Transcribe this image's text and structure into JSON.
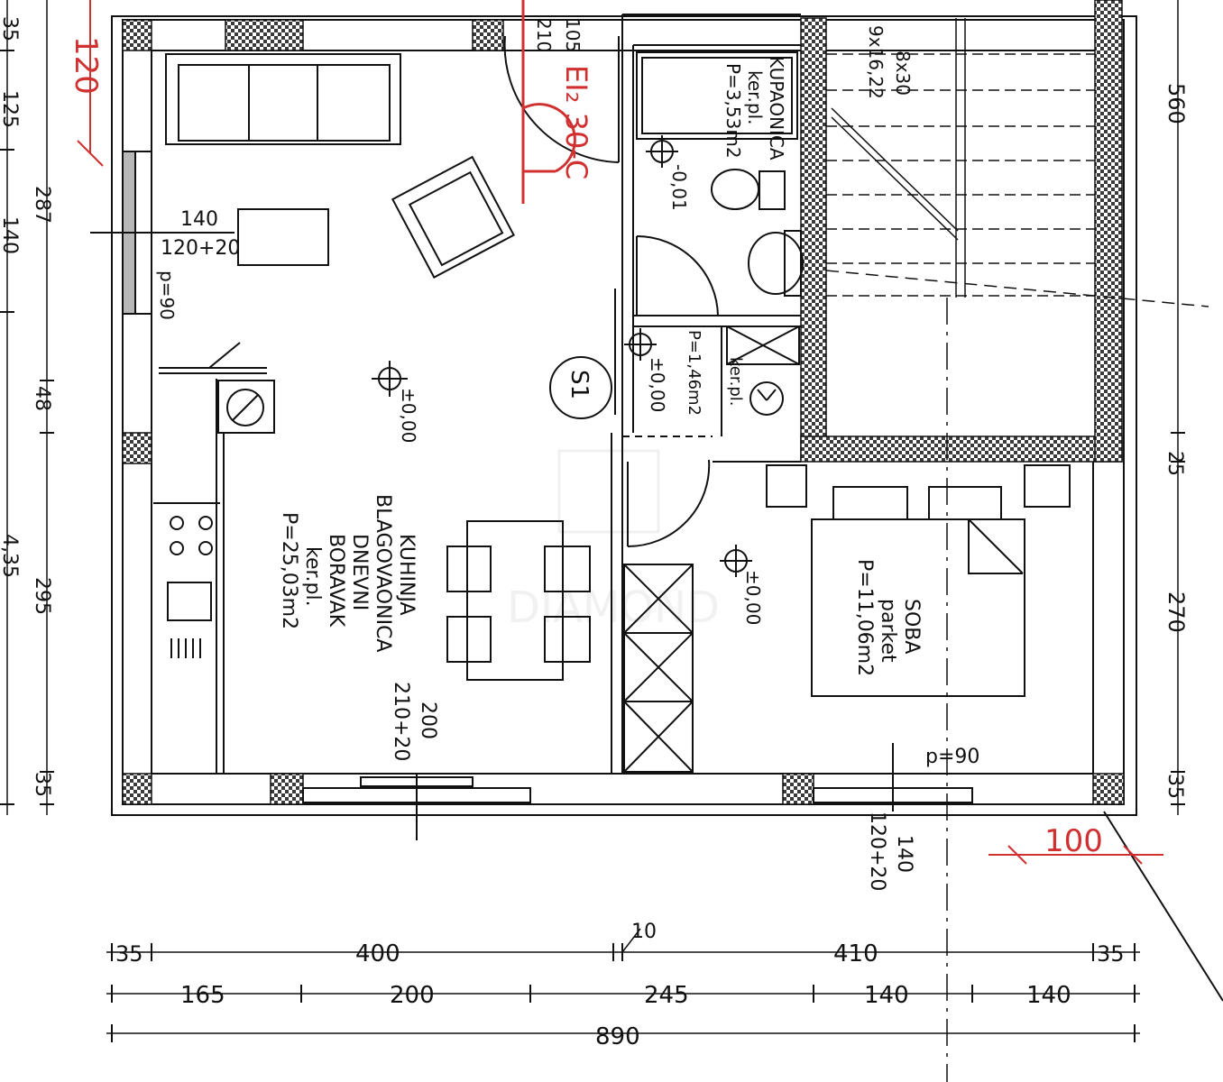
{
  "colors": {
    "line": "#111111",
    "red": "#d03030",
    "wall_fill": "#b8b8b8",
    "hatch": "#3a3a3a",
    "watermark": "#e6e6e6"
  },
  "rooms": {
    "living": {
      "lines": [
        "KUHINJA",
        "BLAGOVAONICA",
        "DNEVNI",
        "BORAVAK",
        "ker.pl.",
        "P=25,03m2"
      ]
    },
    "bathroom": {
      "lines": [
        "KUPAONICA",
        "ker.pl.",
        "P=3,53m2"
      ]
    },
    "utility": {
      "lines": [
        "ker.pl.",
        "P=1,46m2"
      ]
    },
    "bedroom": {
      "lines": [
        "SOBA",
        "parket",
        "P=11,06m2"
      ]
    }
  },
  "levels": {
    "living": "±0,00",
    "bathroom": "-0,01",
    "hall": "±0,00",
    "bedroom": "±0,00"
  },
  "labels": {
    "door_fire": "EI₂ 30-C",
    "door_width_main": "105",
    "door_height_main": "210",
    "window_left_width": "140",
    "window_left_height": "120+20",
    "window_bottom_width": "200",
    "window_bottom_height": "210+20",
    "window_right_width": "140",
    "window_right_height": "120+20",
    "p_left": "p=90",
    "p_right": "p=90",
    "stairs_count": "8x30",
    "stairs_rise": "9x16,22",
    "s1": "S1",
    "dim_red_top": "120",
    "dim_red_right": "100",
    "dim_10": "10"
  },
  "dims": {
    "left_outer": [
      "35",
      "125",
      "140",
      "4,35"
    ],
    "left_inner": [
      "287",
      "48",
      "295",
      "35"
    ],
    "right": [
      "560",
      "25",
      "270",
      "35"
    ],
    "bottom_row1": [
      "35",
      "400",
      "410",
      "35"
    ],
    "bottom_row2": [
      "165",
      "200",
      "245",
      "140",
      "140"
    ],
    "bottom_total": "890"
  }
}
